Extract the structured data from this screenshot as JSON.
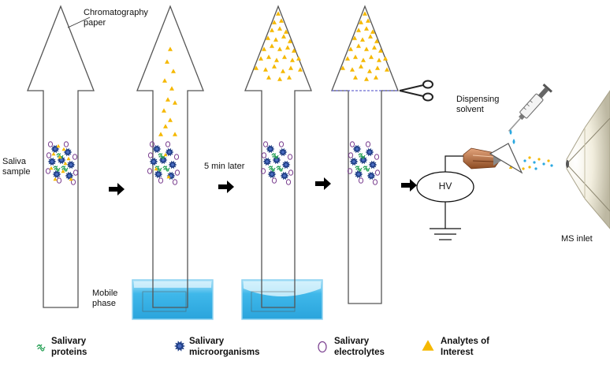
{
  "labels": {
    "chromatography_paper": "Chromatography paper",
    "saliva_sample": "Saliva sample",
    "mobile_phase": "Mobile phase",
    "five_min_later": "5 min later",
    "dispensing_solvent": "Dispensing solvent",
    "hv": "HV",
    "ms_inlet": "MS inlet"
  },
  "legend": [
    {
      "label": "Salivary proteins",
      "icon": "protein-icon",
      "color": "#2ca35a"
    },
    {
      "label": "Salivary microorganisms",
      "icon": "microorganism-icon",
      "color": "#1f3e86"
    },
    {
      "label": "Salivary electrolytes",
      "icon": "electrolyte-icon",
      "color": "#7a3f8f"
    },
    {
      "label": "Analytes of Interest",
      "icon": "analyte-icon",
      "color": "#f5b800"
    }
  ],
  "colors": {
    "paper_outline": "#555555",
    "mobile_phase_fill": "#39b3e6",
    "analyte": "#f5b800",
    "microorganism": "#1f3e86",
    "protein": "#2ca35a",
    "electrolyte": "#7a3f8f",
    "arrow": "#000000",
    "clip": "#b86b3c"
  }
}
